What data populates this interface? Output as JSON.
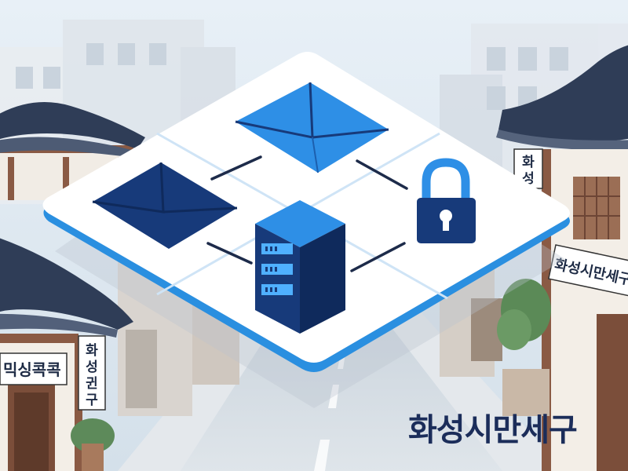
{
  "scene": {
    "caption": "화성시만세구",
    "signs": {
      "left_horizontal": "믹싱콕콕",
      "left_vertical": [
        "화",
        "성",
        "귄",
        "구"
      ],
      "right_top_vertical": [
        "화",
        "성"
      ],
      "right_vertical": "화성시만세구"
    }
  },
  "icons": [
    "envelope-icon",
    "envelope-icon",
    "lock-icon",
    "server-icon"
  ],
  "colors": {
    "sky": "#dfe9f2",
    "platform": "#ffffff",
    "platform_edge": "#2a8fe0",
    "dark_blue": "#173a7a",
    "light_blue": "#2e8fe6",
    "roof": "#2f3d57",
    "wood": "#8a5a44"
  }
}
